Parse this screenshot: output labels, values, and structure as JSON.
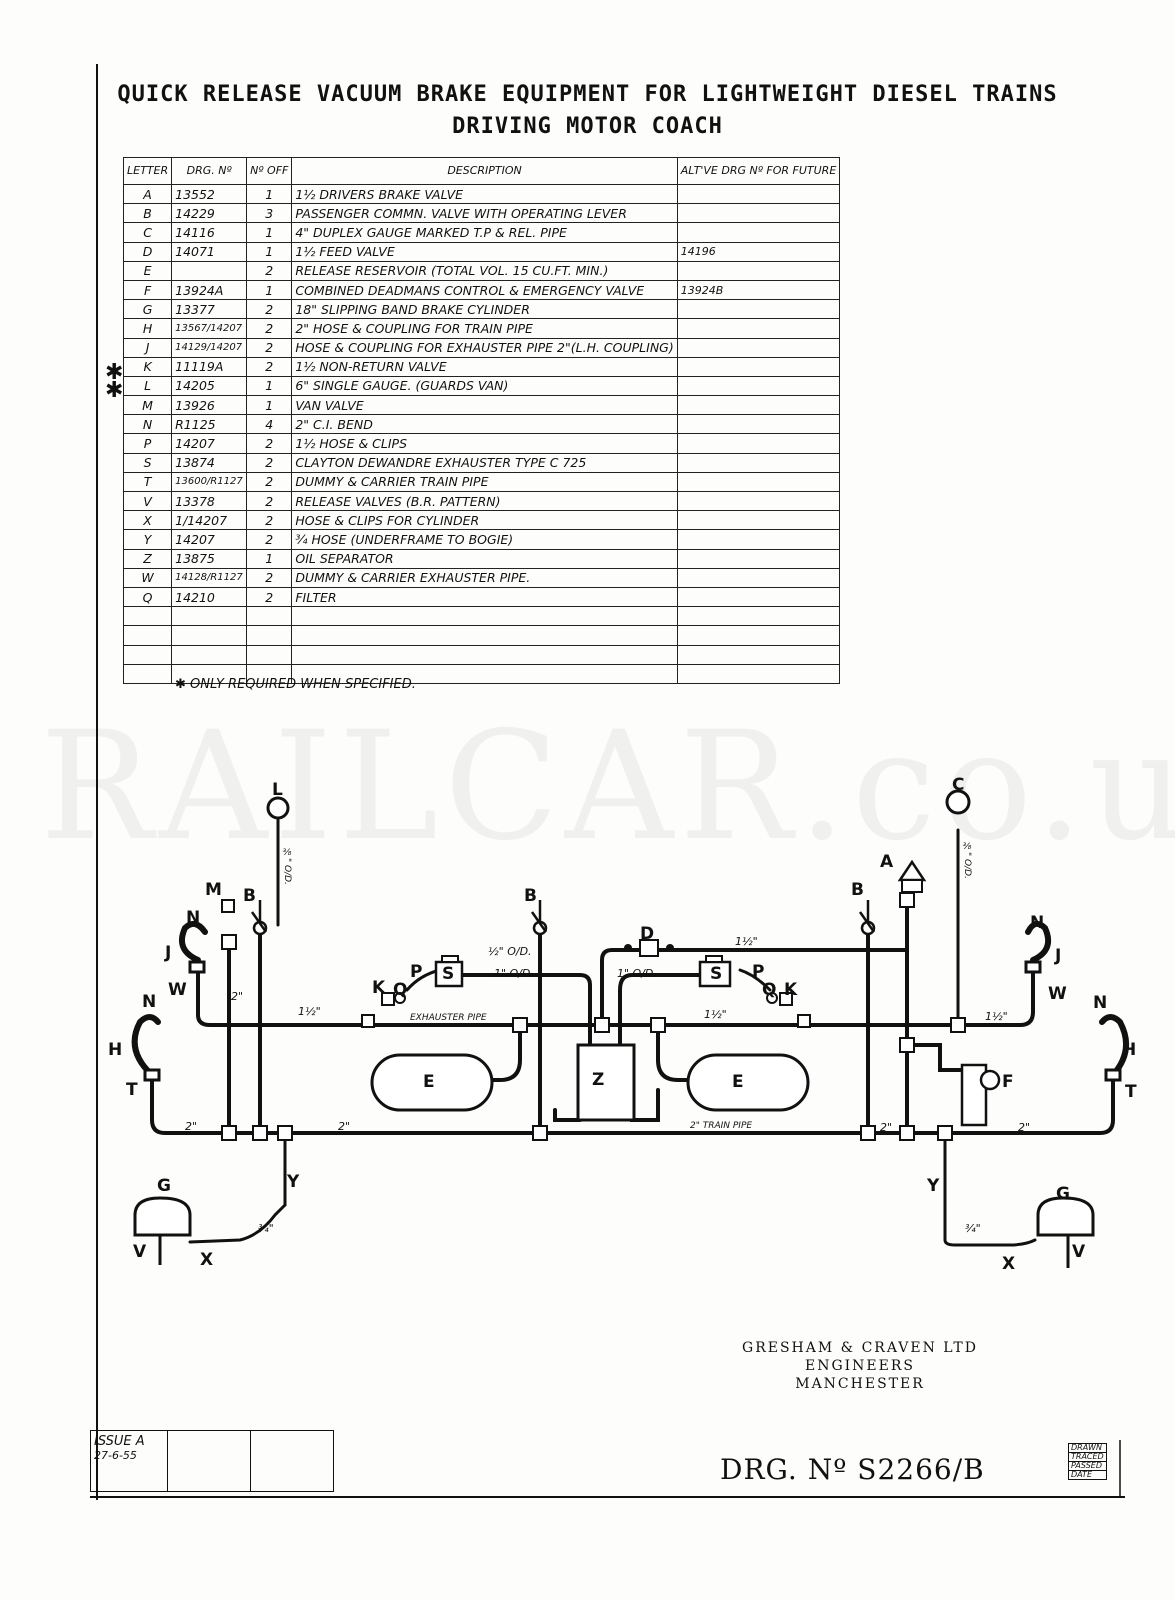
{
  "title_line1": "QUICK RELEASE VACUUM BRAKE EQUIPMENT FOR LIGHTWEIGHT DIESEL TRAINS",
  "title_line2": "DRIVING MOTOR COACH",
  "table": {
    "headers": {
      "letter": "LETTER",
      "drg": "DRG. Nº",
      "no_off": "Nº OFF",
      "description": "DESCRIPTION",
      "alt": "ALT'VE DRG Nº FOR FUTURE"
    },
    "rows": [
      {
        "letter": "A",
        "drg": "13552",
        "no": "1",
        "desc": "1½ DRIVERS BRAKE VALVE",
        "alt": ""
      },
      {
        "letter": "B",
        "drg": "14229",
        "no": "3",
        "desc": "PASSENGER COMMN. VALVE WITH OPERATING LEVER",
        "alt": ""
      },
      {
        "letter": "C",
        "drg": "14116",
        "no": "1",
        "desc": "4\" DUPLEX GAUGE MARKED T.P & REL. PIPE",
        "alt": ""
      },
      {
        "letter": "D",
        "drg": "14071",
        "no": "1",
        "desc": "1½ FEED VALVE",
        "alt": "14196"
      },
      {
        "letter": "E",
        "drg": "",
        "no": "2",
        "desc": "RELEASE RESERVOIR (TOTAL VOL. 15 CU.FT. MIN.)",
        "alt": ""
      },
      {
        "letter": "F",
        "drg": "13924A",
        "no": "1",
        "desc": "COMBINED DEADMANS CONTROL & EMERGENCY VALVE",
        "alt": "13924B"
      },
      {
        "letter": "G",
        "drg": "13377",
        "no": "2",
        "desc": "18\" SLIPPING BAND BRAKE CYLINDER",
        "alt": ""
      },
      {
        "letter": "H",
        "drg": "13567/14207",
        "no": "2",
        "desc": "2\" HOSE & COUPLING FOR TRAIN PIPE",
        "alt": ""
      },
      {
        "letter": "J",
        "drg": "14129/14207",
        "no": "2",
        "desc": "HOSE & COUPLING FOR EXHAUSTER PIPE 2\"(L.H. COUPLING)",
        "alt": ""
      },
      {
        "letter": "K",
        "drg": "11119A",
        "no": "2",
        "desc": "1½ NON-RETURN VALVE",
        "alt": ""
      },
      {
        "letter": "L",
        "drg": "14205",
        "no": "1",
        "desc": "6\" SINGLE GAUGE. (GUARDS VAN)",
        "alt": ""
      },
      {
        "letter": "M",
        "drg": "13926",
        "no": "1",
        "desc": "VAN VALVE",
        "alt": ""
      },
      {
        "letter": "N",
        "drg": "R1125",
        "no": "4",
        "desc": "2\" C.I. BEND",
        "alt": ""
      },
      {
        "letter": "P",
        "drg": "14207",
        "no": "2",
        "desc": "1½ HOSE & CLIPS",
        "alt": ""
      },
      {
        "letter": "S",
        "drg": "13874",
        "no": "2",
        "desc": "CLAYTON DEWANDRE EXHAUSTER TYPE C 725",
        "alt": ""
      },
      {
        "letter": "T",
        "drg": "13600/R1127",
        "no": "2",
        "desc": "DUMMY & CARRIER TRAIN PIPE",
        "alt": ""
      },
      {
        "letter": "V",
        "drg": "13378",
        "no": "2",
        "desc": "RELEASE VALVES (B.R. PATTERN)",
        "alt": ""
      },
      {
        "letter": "X",
        "drg": "1/14207",
        "no": "2",
        "desc": "HOSE & CLIPS FOR CYLINDER",
        "alt": ""
      },
      {
        "letter": "Y",
        "drg": "14207",
        "no": "2",
        "desc": "¾ HOSE (UNDERFRAME TO BOGIE)",
        "alt": ""
      },
      {
        "letter": "Z",
        "drg": "13875",
        "no": "1",
        "desc": "OIL SEPARATOR",
        "alt": ""
      },
      {
        "letter": "W",
        "drg": "14128/R1127",
        "no": "2",
        "desc": "DUMMY & CARRIER EXHAUSTER PIPE.",
        "alt": ""
      },
      {
        "letter": "Q",
        "drg": "14210",
        "no": "2",
        "desc": "FILTER",
        "alt": ""
      }
    ],
    "empty_rows": 4
  },
  "star_mark": "✱",
  "footnote": "✱ ONLY REQUIRED WHEN SPECIFIED.",
  "watermark": "RAILCAR.co.uk",
  "labels": {
    "L": "L",
    "C": "C",
    "A": "A",
    "B": "B",
    "M": "M",
    "N": "N",
    "J": "J",
    "W": "W",
    "H": "H",
    "T": "T",
    "K": "K",
    "Q": "Q",
    "P": "P",
    "S": "S",
    "D": "D",
    "Z": "Z",
    "E": "E",
    "F": "F",
    "G": "G",
    "V": "V",
    "X": "X",
    "Y": "Y"
  },
  "pipe_labels": {
    "exhauster_pipe": "EXHAUSTER PIPE",
    "train_pipe": "2\" TRAIN PIPE",
    "two_inch": "2\"",
    "one_half": "1½\"",
    "three_eighths": "⅜\" O/D.",
    "half_od": "½\" O/D.",
    "one_od": "1\" O/D.",
    "three_quarter": "¾\""
  },
  "maker": {
    "line1": "GRESHAM & CRAVEN LTD",
    "line2": "ENGINEERS",
    "line3": "MANCHESTER"
  },
  "issue": {
    "label": "ISSUE A",
    "date": "27-6-55"
  },
  "drawing_number": "DRG. Nº S2266/B",
  "sign_block": [
    "DRAWN",
    "TRACED",
    "PASSED",
    "DATE"
  ]
}
